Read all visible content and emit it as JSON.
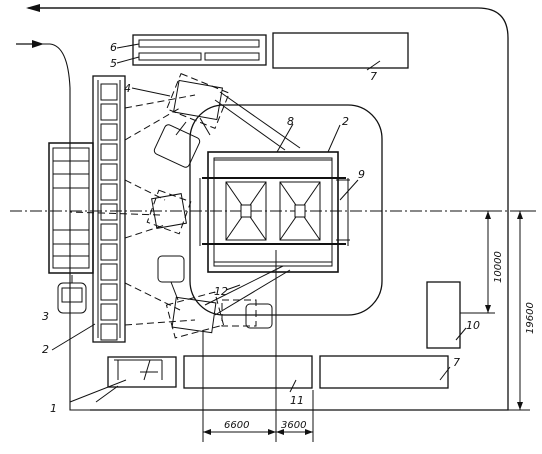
{
  "labels": {
    "l1": "1",
    "l2a": "2",
    "l2b": "2",
    "l3": "3",
    "l4": "4",
    "l5": "5",
    "l6": "6",
    "l7a": "7",
    "l7b": "7",
    "l8": "8",
    "l9": "9",
    "l10": "10",
    "l11": "11",
    "l12": "12"
  },
  "dimensions": {
    "d10000": "10000",
    "d19600": "19600",
    "d6600": "6600",
    "d3600": "3600"
  }
}
